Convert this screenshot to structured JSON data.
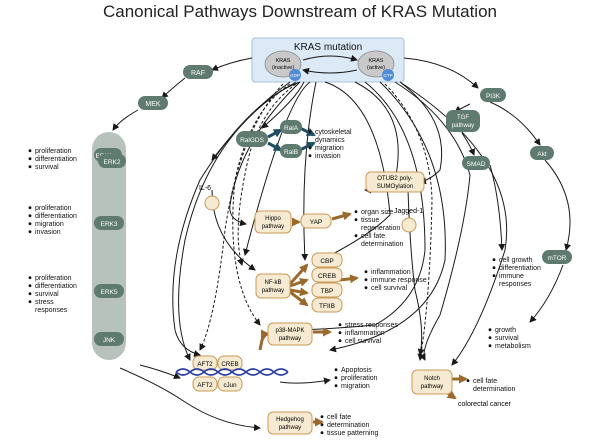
{
  "title": "Canonical Pathways Downstream of KRAS Mutation",
  "kras": {
    "header": "KRAS mutation",
    "inactive_line1": "KRAS",
    "inactive_line2": "(inactive)",
    "active_line1": "KRAS",
    "active_line2": "(active)",
    "gdp": "GDP",
    "gtp": "GTP"
  },
  "pills": {
    "raf": "RAF",
    "mek": "MEK",
    "erk1": "ERK1",
    "erk2": "ERK2",
    "erk3": "ERK3",
    "erk5": "ERK5",
    "jnk": "JNK",
    "ralgds": "RalGDS",
    "rala": "RalA",
    "ralb": "RalB",
    "pi3k": "PI3K",
    "tgf": "TGF pathway",
    "smad": "SMAD",
    "akt": "Akt",
    "mtor": "mTOR"
  },
  "boxes": {
    "otub2": "OTUB2 poly-SUMOylation",
    "hippo": "Hippo pathway",
    "yap": "YAP",
    "nfkb": "NF-kB pathway",
    "cbp": "CBP",
    "creb": "CREB",
    "tbp": "TBP",
    "tfiib": "TFIIB",
    "p38": "p38-MAPK pathway",
    "aft2_top": "AFT2",
    "creb2": "CREB",
    "aft2_bot": "AFT2",
    "cjun": "cJun",
    "notch": "Notch pathway",
    "hedgehog": "Hedgehog pathway"
  },
  "labels": {
    "il6": "IL-6",
    "jagged": "Jagged-1",
    "colorectal": "colorectal cancer"
  },
  "bullets": {
    "erk12": [
      "proliferation",
      "differentiation",
      "survival"
    ],
    "erk3": [
      "proliferation",
      "differentiation",
      "migration",
      "invasion"
    ],
    "erk5": [
      "proliferation",
      "differentiation",
      "survival",
      "stress",
      "responses"
    ],
    "ral": [
      "cytoskeletal",
      "dynamics",
      "migration",
      "invasion"
    ],
    "yap": [
      "organ size",
      "tissue",
      "regeneration",
      "cell fate",
      "determination"
    ],
    "nfkb": [
      "inflammation",
      "immune response",
      "cell survival"
    ],
    "p38": [
      "stress responses",
      "inflammation",
      "cell survival"
    ],
    "aft": [
      "Apoptosis",
      "proliferation",
      "migration"
    ],
    "smad": [
      "cell growth",
      "differentiation",
      "immune",
      "responses"
    ],
    "mtor": [
      "growth",
      "survival",
      "metabolism"
    ],
    "notch": [
      "cell fate",
      "determination"
    ],
    "hedgehog": [
      "cell fate",
      "determination",
      "tissue patterning"
    ]
  },
  "colors": {
    "pill": "#5f7a6e",
    "box": "#f6ead2",
    "box_border": "#c99a58",
    "arrow": "#1a1a1a",
    "brown_arrow": "#9a6a2c",
    "ral_arrow": "#1f4e62",
    "kras_box": "#dce9f6",
    "dna": "#2a3fa0"
  }
}
